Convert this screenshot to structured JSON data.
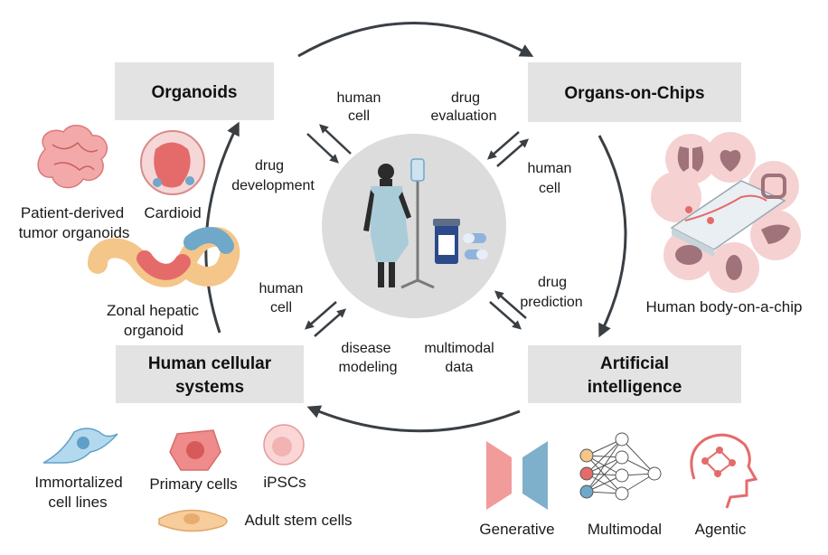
{
  "boxes": {
    "organoids": "Organoids",
    "organs_on_chips": "Organs-on-Chips",
    "human_cellular_line1": "Human cellular",
    "human_cellular_line2": "systems",
    "ai_line1": "Artificial",
    "ai_line2": "intelligence"
  },
  "arrow_labels": {
    "top_left_1": "human",
    "top_left_2": "cell",
    "top_right_1": "drug",
    "top_right_2": "evaluation",
    "right_upper_1": "human",
    "right_upper_2": "cell",
    "left_upper_1": "drug",
    "left_upper_2": "development",
    "left_lower_1": "human",
    "left_lower_2": "cell",
    "right_lower_1": "drug",
    "right_lower_2": "prediction",
    "bottom_left_1": "disease",
    "bottom_left_2": "modeling",
    "bottom_right_1": "multimodal",
    "bottom_right_2": "data"
  },
  "organoids": {
    "tumor_1": "Patient-derived",
    "tumor_2": "tumor organoids",
    "cardioid": "Cardioid",
    "hepatic_1": "Zonal hepatic",
    "hepatic_2": "organoid"
  },
  "chips": {
    "caption": "Human body-on-a-chip"
  },
  "cells": {
    "immortalized_1": "Immortalized",
    "immortalized_2": "cell lines",
    "primary": "Primary cells",
    "ipscs": "iPSCs",
    "adult_stem": "Adult stem cells"
  },
  "ai": {
    "generative": "Generative",
    "multimodal": "Multimodal",
    "agentic": "Agentic"
  },
  "colors": {
    "box_fill": "#e3e3e3",
    "arrow": "#3a3f44",
    "center_circle": "#dcdcdc",
    "pink": "#f3b8b8",
    "blue": "#6fa8c9"
  }
}
